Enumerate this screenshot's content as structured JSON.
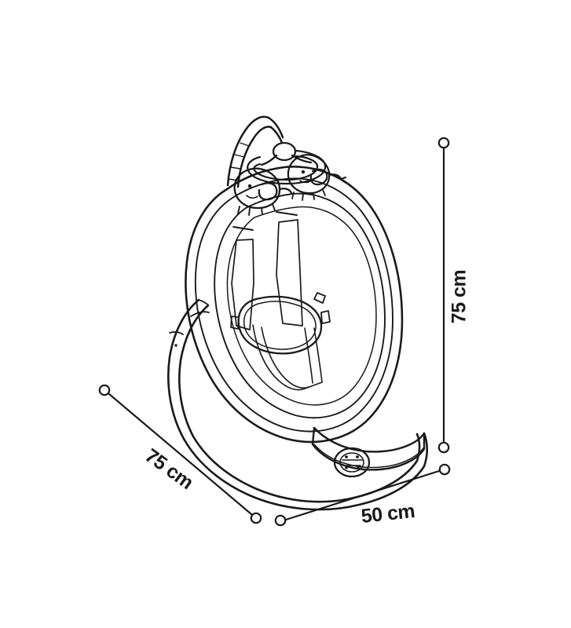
{
  "figure": {
    "type": "product-dimension-line-drawing",
    "subject": "baby bouncer rocker seat",
    "background_color": "#ffffff",
    "line_color": "#1a1a1a",
    "text_color": "#1a1a1a"
  },
  "dimensions": {
    "height": {
      "label": "75 cm",
      "value": 75,
      "unit": "cm",
      "axis": "height",
      "orientation": "vertical-right",
      "rotation_deg": -90
    },
    "depth": {
      "label": "75 cm",
      "value": 75,
      "unit": "cm",
      "axis": "depth",
      "orientation": "diagonal-left",
      "rotation_deg": 36
    },
    "width": {
      "label": "50 cm",
      "value": 50,
      "unit": "cm",
      "axis": "width",
      "orientation": "diagonal-right",
      "rotation_deg": -6
    }
  },
  "product_parts": {
    "toy_arch": "toy-arch",
    "hanging_toys": [
      "elephant-toy-left",
      "elephant-toy-right"
    ],
    "seat_shell": "seat-shell",
    "seat_pad": "seat-pad",
    "harness_straps": "harness-straps",
    "crotch_pad": "crotch-pad",
    "base_frame": "base-frame",
    "control_knob": "control-knob"
  }
}
